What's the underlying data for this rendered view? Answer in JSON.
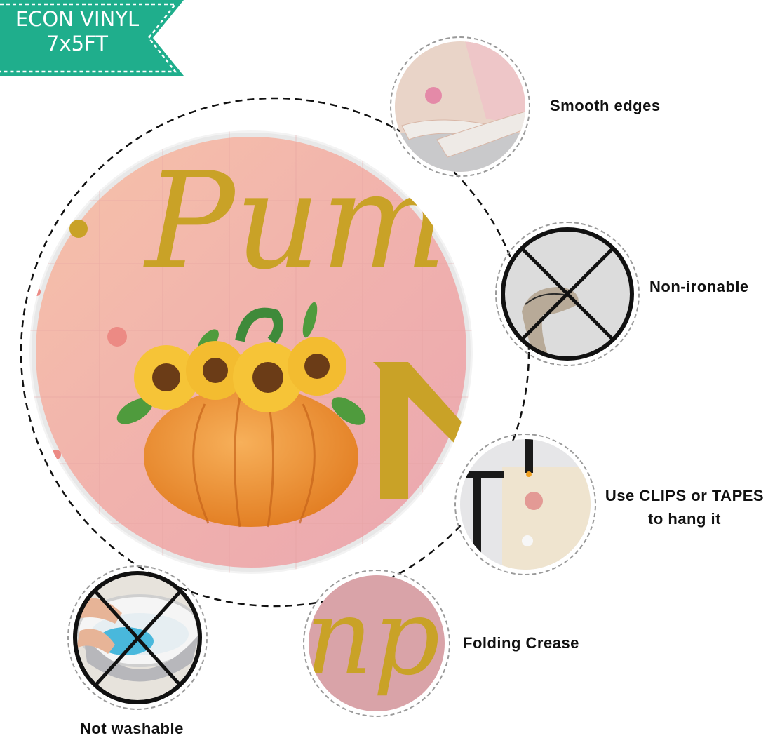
{
  "banner": {
    "line1": "ECON VINYL",
    "line2": "7x5FT",
    "color": "#1fae8c"
  },
  "main_image": {
    "visible_text_fragments": [
      "Pum",
      "N"
    ],
    "background_color": "#f0b3ad",
    "glitter_color": "#c9a227",
    "pumpkin_color": "#f0962e"
  },
  "features": [
    {
      "id": "smooth-edges",
      "label": "Smooth  edges",
      "crossed": false
    },
    {
      "id": "non-ironable",
      "label": "Non-ironable",
      "crossed": true
    },
    {
      "id": "clips-tapes",
      "label_line1": "Use CLIPS or TAPES",
      "label_line2": "to hang it",
      "crossed": false
    },
    {
      "id": "folding-crease",
      "label": "Folding  Crease",
      "crossed": false
    },
    {
      "id": "not-washable",
      "label": "Not  washable",
      "crossed": true
    }
  ]
}
